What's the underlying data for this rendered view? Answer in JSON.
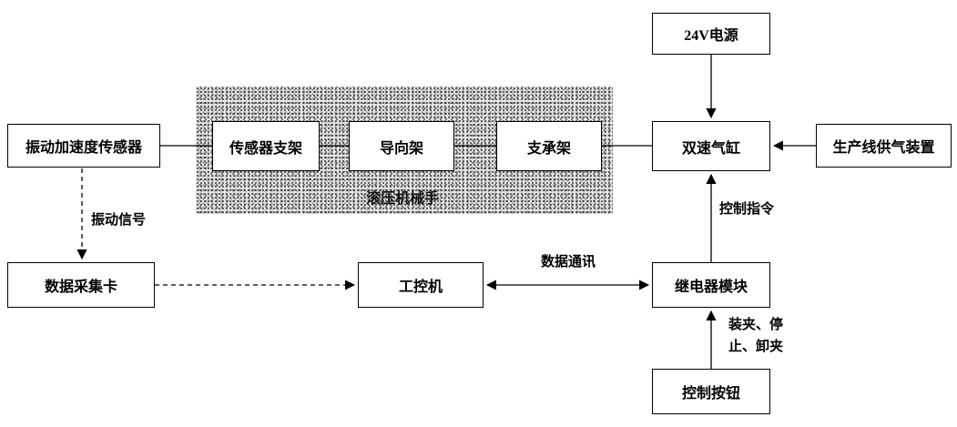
{
  "diagram": {
    "nodes": {
      "power_24v": {
        "label": "24V电源"
      },
      "vibration_sensor": {
        "label": "振动加速度传感器"
      },
      "sensor_bracket": {
        "label": "传感器支架"
      },
      "guide_frame": {
        "label": "导向架"
      },
      "support_frame": {
        "label": "支承架"
      },
      "manipulator_group": {
        "label": "滚压机械手"
      },
      "dual_speed_cylinder": {
        "label": "双速气缸"
      },
      "air_supply": {
        "label": "生产线供气装置"
      },
      "daq_card": {
        "label": "数据采集卡"
      },
      "industrial_pc": {
        "label": "工控机"
      },
      "relay_module": {
        "label": "继电器模块"
      },
      "control_button": {
        "label": "控制按钮"
      }
    },
    "edge_labels": {
      "vibration_signal": "振动信号",
      "data_comm": "数据通讯",
      "control_command": "控制指令",
      "clamp_line1": "装夹、停",
      "clamp_line2": "止、卸夹"
    },
    "colors": {
      "line": "#000000",
      "box_border": "#000000",
      "stipple_base": "#e6e6e6"
    }
  }
}
